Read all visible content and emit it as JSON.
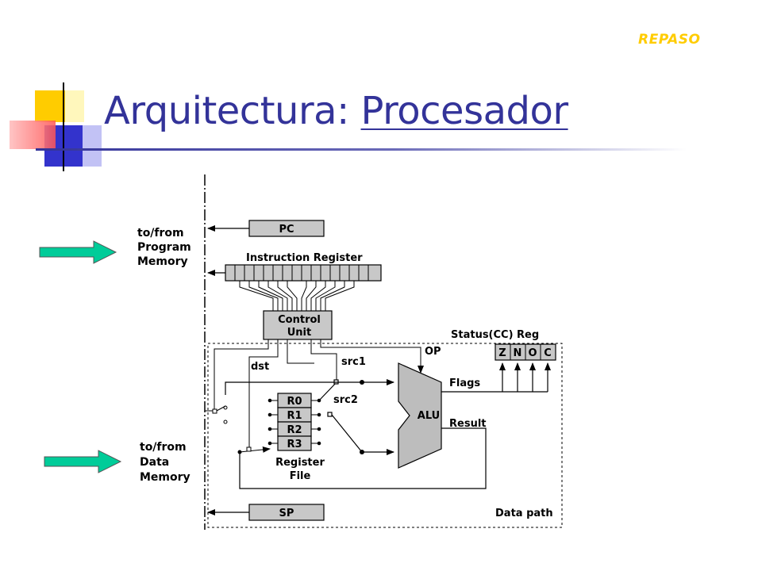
{
  "header": {
    "tag": "REPASO",
    "title_prefix": "Arquitectura: ",
    "title_link": "Procesador"
  },
  "diagram": {
    "labels": {
      "program_memory": [
        "to/from",
        "Program",
        "Memory"
      ],
      "data_memory": [
        "to/from",
        "Data",
        "Memory"
      ],
      "pc": "PC",
      "instruction_register": "Instruction Register",
      "control_unit": [
        "Control",
        "Unit"
      ],
      "status_reg": "Status(CC) Reg",
      "flags_bits": [
        "Z",
        "N",
        "O",
        "C"
      ],
      "op": "OP",
      "dst": "dst",
      "src1": "src1",
      "src2": "src2",
      "flags": "Flags",
      "result": "Result",
      "alu": "ALU",
      "registers": [
        "R0",
        "R1",
        "R2",
        "R3"
      ],
      "register_file": [
        "Register",
        "File"
      ],
      "sp": "SP",
      "data_path": "Data path"
    },
    "colors": {
      "arrow_fill": "#00cc99",
      "box_fill": "#c8c8c8",
      "alu_fill": "#bdbdbd",
      "title": "#333399",
      "tag": "#ffcc00"
    }
  }
}
